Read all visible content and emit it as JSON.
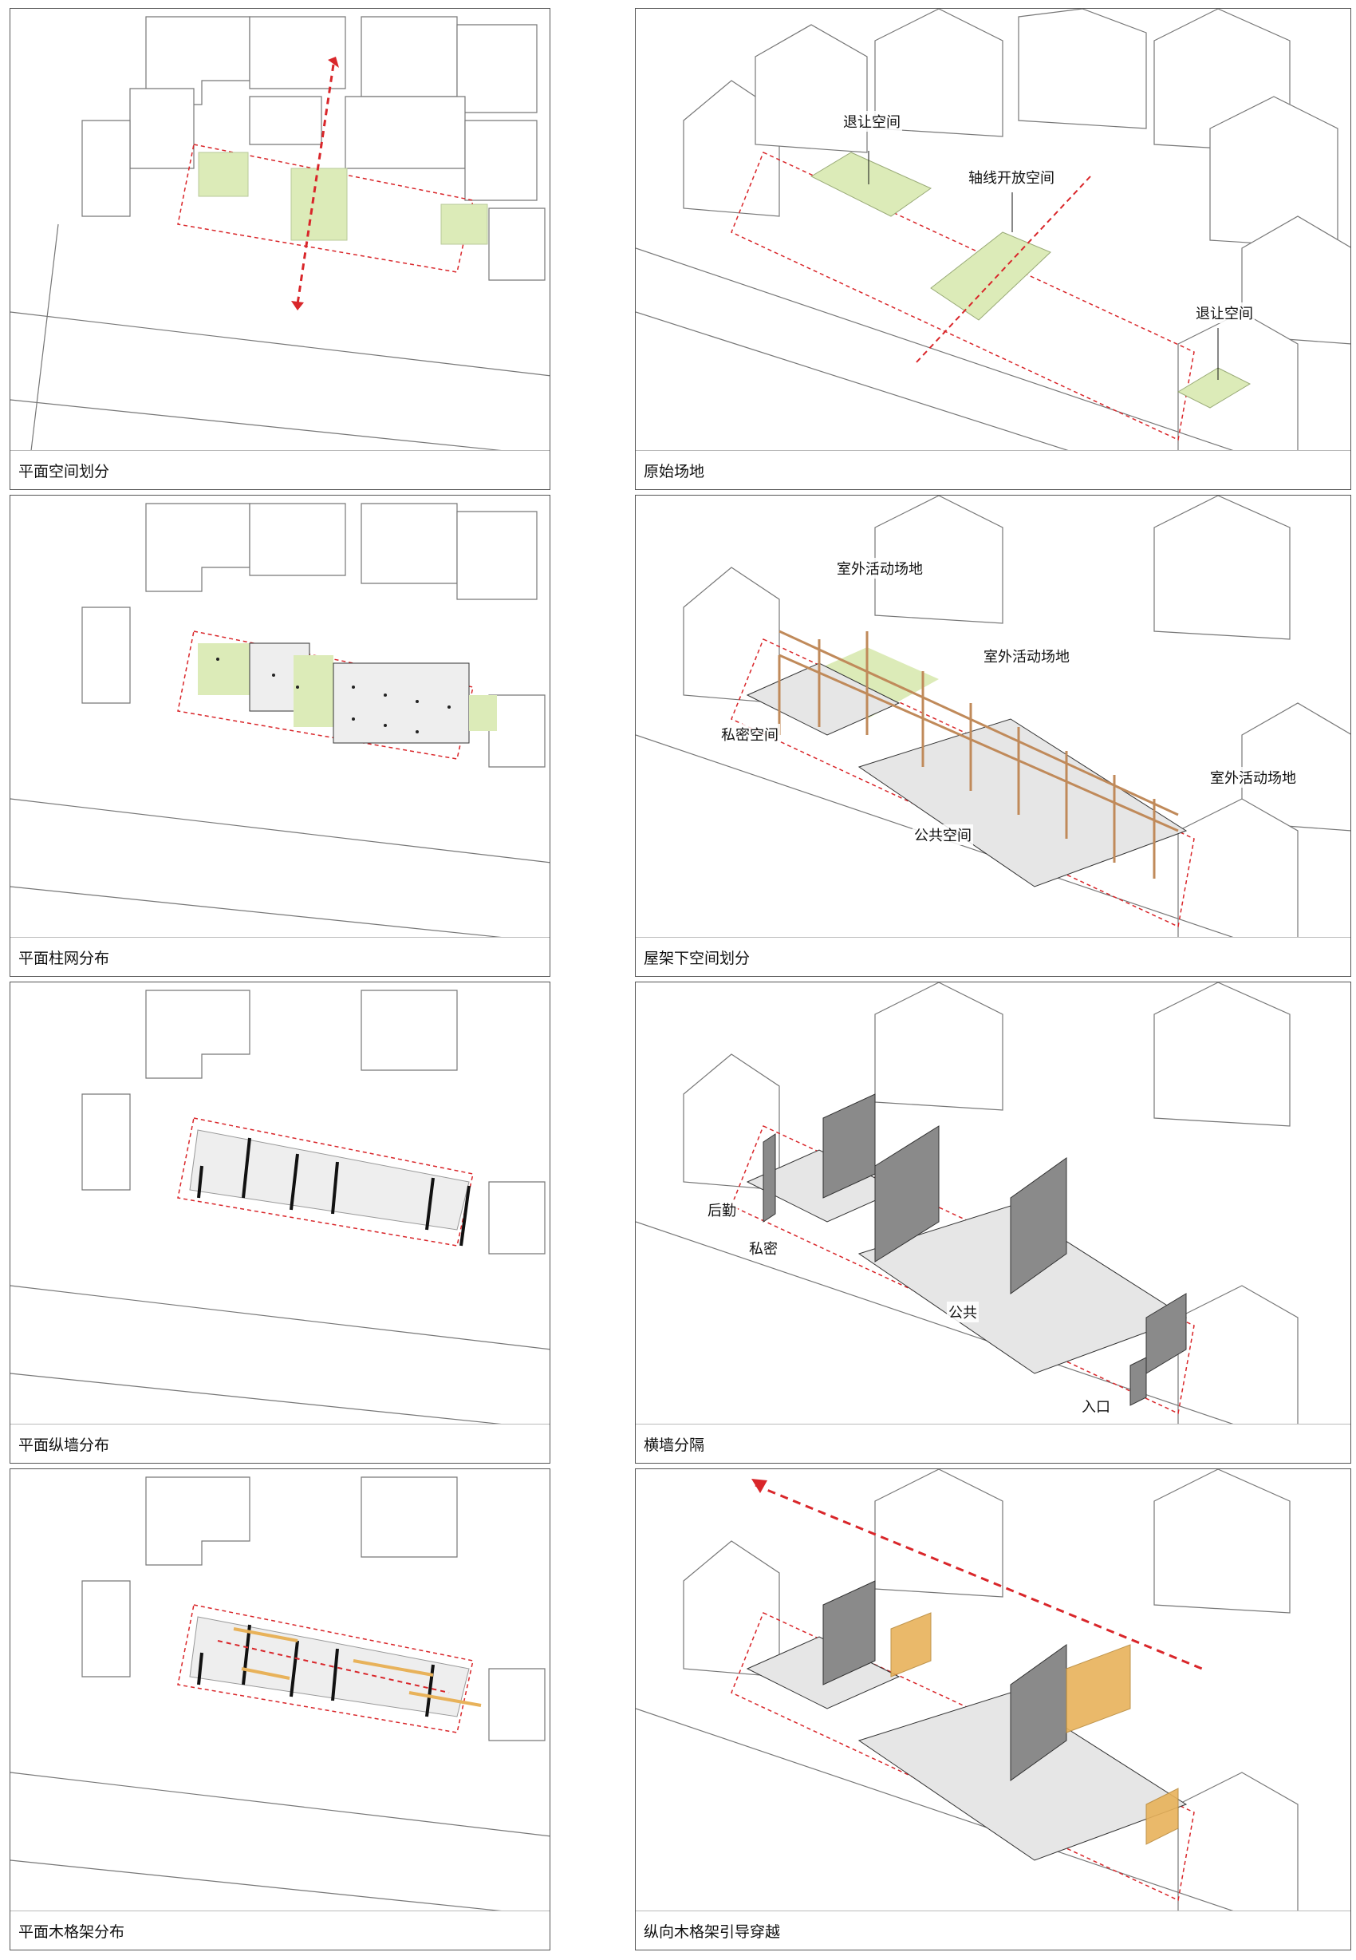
{
  "panels": [
    {
      "caption": "平面空间划分"
    },
    {
      "caption": "原始场地",
      "labels": [
        "退让空间",
        "轴线开放空间",
        "退让空间"
      ]
    },
    {
      "caption": "平面柱网分布"
    },
    {
      "caption": "屋架下空间划分",
      "labels": [
        "室外活动场地",
        "室外活动场地",
        "私密空间",
        "室外活动场地",
        "公共空间"
      ]
    },
    {
      "caption": "平面纵墙分布"
    },
    {
      "caption": "横墙分隔",
      "labels": [
        "后勤",
        "私密",
        "公共",
        "入口"
      ]
    },
    {
      "caption": "平面木格架分布"
    },
    {
      "caption": "纵向木格架引导穿越"
    }
  ],
  "colors": {
    "green": "#dcebb8",
    "red": "#d9262a",
    "timber": "#c08a5a",
    "wall": "#8a8a8a",
    "floor": "#e6e6e6",
    "lattice": "#e8b25a"
  }
}
